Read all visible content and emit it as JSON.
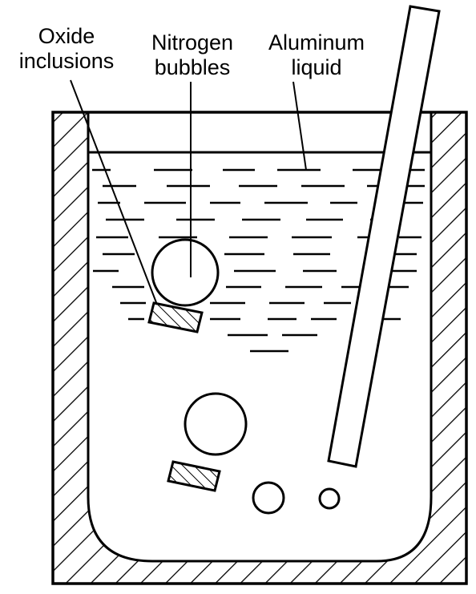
{
  "labels": {
    "oxide": {
      "line1": "Oxide",
      "line2": "inclusions"
    },
    "nitrogen": {
      "line1": "Nitrogen",
      "line2": "bubbles"
    },
    "aluminum": {
      "line1": "Aluminum",
      "line2": "liquid"
    }
  },
  "colors": {
    "ink": "#000000",
    "background": "#ffffff"
  }
}
